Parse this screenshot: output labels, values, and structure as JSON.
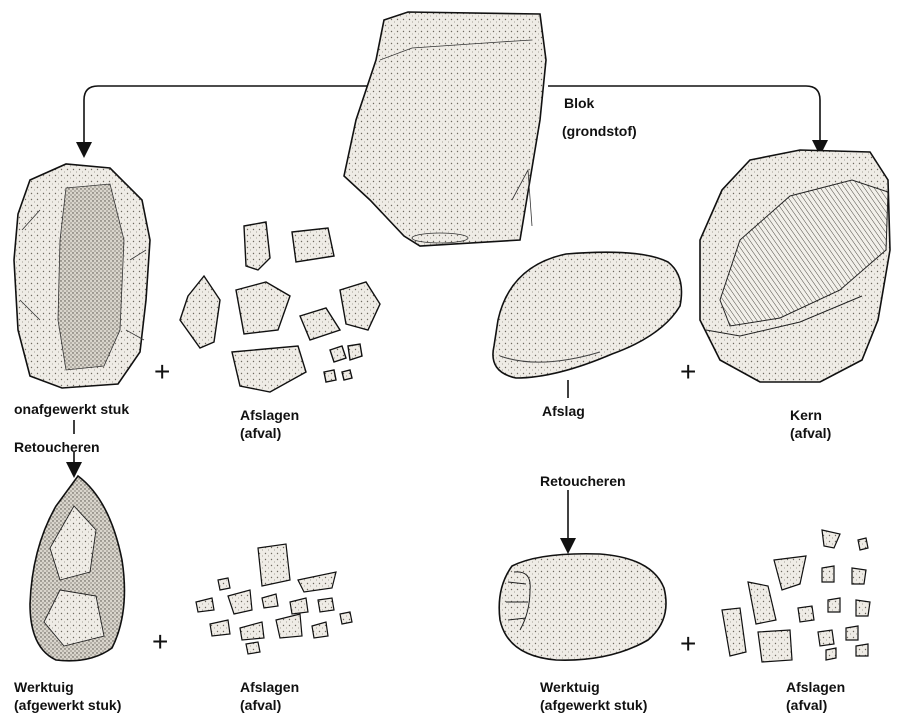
{
  "labels": {
    "block_line1": "Blok",
    "block_line2": "(grondstof)",
    "unfinished": "onafgewerkt stuk",
    "retouch_left": "Retoucheren",
    "flakes_top_left_1": "Afslagen",
    "flakes_top_left_2": "(afval)",
    "flake": "Afslag",
    "retouch_right": "Retoucheren",
    "core_1": "Kern",
    "core_2": "(afval)",
    "tool_left_1": "Werktuig",
    "tool_left_2": "(afgewerkt stuk)",
    "flakes_bottom_left_1": "Afslagen",
    "flakes_bottom_left_2": "(afval)",
    "tool_right_1": "Werktuig",
    "tool_right_2": "(afgewerkt stuk)",
    "flakes_bottom_right_1": "Afslagen",
    "flakes_bottom_right_2": "(afval)",
    "plus": "+"
  },
  "colors": {
    "ink": "#111111",
    "stone": "#e9e6df",
    "shade": "#8a857a"
  }
}
